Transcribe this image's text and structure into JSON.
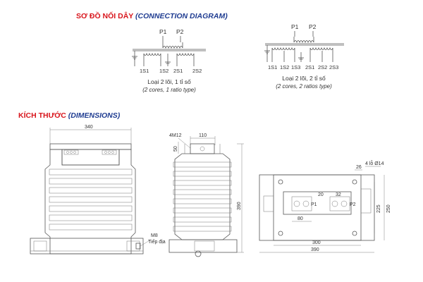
{
  "connection": {
    "title_vn": "SƠ ĐỒ NỐI DÂY",
    "title_en": "(CONNECTION DIAGRAM)",
    "left": {
      "primary": [
        "P1",
        "P2"
      ],
      "secondary": [
        "1S1",
        "1S2",
        "2S1",
        "2S2"
      ],
      "caption_vn": "Loại 2 lõi, 1 tỉ số",
      "caption_en": "(2 cores, 1 ratio type)"
    },
    "right": {
      "primary": [
        "P1",
        "P2"
      ],
      "secondary": [
        "1S1",
        "1S2",
        "1S3",
        "2S1",
        "2S2",
        "2S3"
      ],
      "caption_vn": "Loại 2 lõi, 2 tỉ số",
      "caption_en": "(2 cores, 2 ratios type)"
    }
  },
  "dimensions": {
    "title_vn": "KÍCH THƯỚC",
    "title_en": "(DIMENSIONS)",
    "front": {
      "width": "340",
      "ground_bolt": "M8",
      "ground_label": "Tiếp địa"
    },
    "side": {
      "terminal_thread": "4M12",
      "terminal_width": "110",
      "terminal_height": "50",
      "height": "390"
    },
    "top": {
      "hole_offset": "26",
      "holes": "4 lỗ Ø14",
      "label_p1": "P1",
      "label_p2": "P2",
      "dim_20": "20",
      "dim_32": "32",
      "dim_80": "80",
      "dim_225": "225",
      "dim_250": "250",
      "dim_300": "300",
      "dim_390": "390"
    }
  }
}
